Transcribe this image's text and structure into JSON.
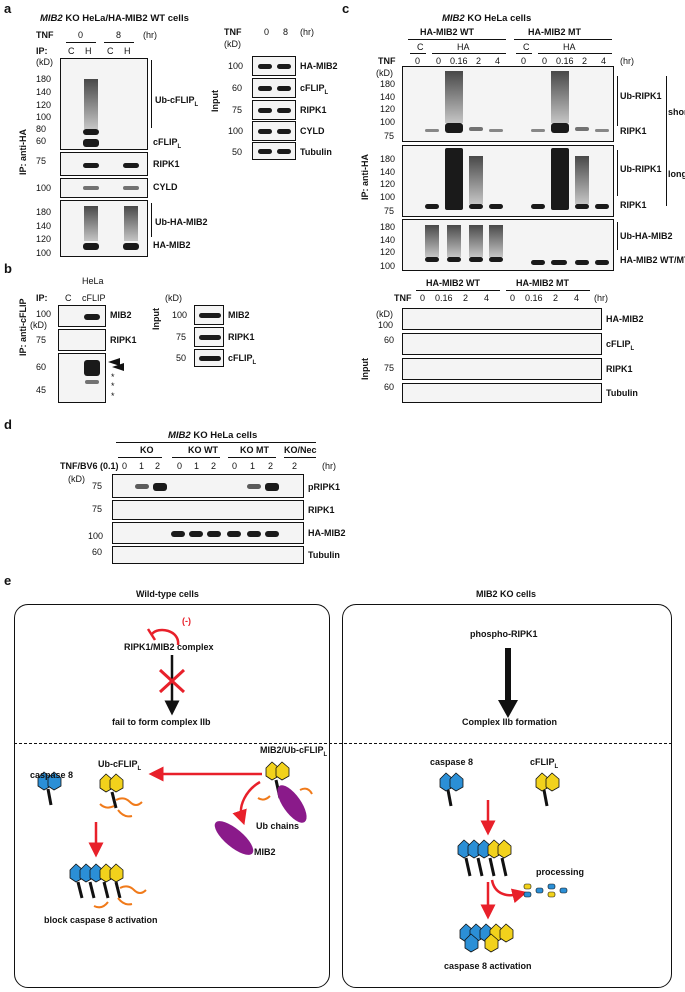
{
  "panel_a": {
    "letter": "a",
    "title_italic": "MIB2",
    "title_rest": " KO HeLa/HA-MIB2 WT cells",
    "tnf": "TNF",
    "t0": "0",
    "t8": "8",
    "hr": "(hr)",
    "ip": "IP:",
    "c": "C",
    "h": "H",
    "kd": "(kD)",
    "mw_top": [
      "180",
      "140",
      "120",
      "100",
      "80",
      "60"
    ],
    "mw_ripk1": "75",
    "mw_cyld": "100",
    "mw_bottom": [
      "180",
      "140",
      "120",
      "100"
    ],
    "ip_label": "IP: anti-HA",
    "lbl_ubcflip": "Ub-cFLIP",
    "lbl_cflip": "cFLIP",
    "sub_l": "L",
    "lbl_ripk1": "RIPK1",
    "lbl_cyld": "CYLD",
    "lbl_ubhamib2": "Ub-HA-MIB2",
    "lbl_hamib2": "HA-MIB2",
    "input": "Input",
    "in_mw": [
      "100",
      "60",
      "75",
      "100",
      "50"
    ],
    "in_labels": [
      "HA-MIB2",
      "cFLIP",
      "RIPK1",
      "CYLD",
      "Tubulin"
    ]
  },
  "panel_b": {
    "letter": "b",
    "heading": "HeLa",
    "ip": "IP:",
    "c": "C",
    "cflip": "cFLIP",
    "kd": "(kD)",
    "mw": [
      "100",
      "75",
      "60",
      "45"
    ],
    "ip_label": "IP: anti-cFLIP",
    "labels": [
      "MIB2",
      "RIPK1"
    ],
    "stars": [
      "*",
      "*",
      "*"
    ],
    "input": "Input",
    "in_mw": [
      "100",
      "75",
      "50"
    ],
    "in_labels": [
      "MIB2",
      "RIPK1",
      "cFLIP"
    ],
    "sub_l": "L"
  },
  "panel_c": {
    "letter": "c",
    "title_italic": "MIB2",
    "title_rest": " KO HeLa cells",
    "wt": "HA-MIB2 WT",
    "mt": "HA-MIB2 MT",
    "c": "C",
    "ha": "HA",
    "tnf": "TNF",
    "hr": "(hr)",
    "times": [
      "0",
      "0",
      "0.16",
      "2",
      "4",
      "0",
      "0",
      "0.16",
      "2",
      "4"
    ],
    "kd": "(kD)",
    "mw": [
      "180",
      "140",
      "120",
      "100",
      "75"
    ],
    "mw_bottom": [
      "180",
      "140",
      "120",
      "100"
    ],
    "ip_label": "IP: anti-HA",
    "lbl_ubripk1": "Ub-RIPK1",
    "lbl_ripk1": "RIPK1",
    "short": "short",
    "long": "long",
    "lbl_ubhamib2": "Ub-HA-MIB2",
    "lbl_wtmt": "HA-MIB2 WT/MT",
    "in_times": [
      "0",
      "0.16",
      "2",
      "4",
      "0",
      "0.16",
      "2",
      "4"
    ],
    "input": "Input",
    "in_mw": [
      "100",
      "60",
      "75",
      "60"
    ],
    "in_labels": [
      "HA-MIB2",
      "cFLIP",
      "RIPK1",
      "Tubulin"
    ],
    "sub_l": "L"
  },
  "panel_d": {
    "letter": "d",
    "title_italic": "MIB2",
    "title_rest": " KO HeLa cells",
    "groups": [
      "KO",
      "KO WT",
      "KO MT",
      "KO/Nec"
    ],
    "treat": "TNF/BV6 (0.1)",
    "times": [
      "0",
      "1",
      "2",
      "0",
      "1",
      "2",
      "0",
      "1",
      "2",
      "2"
    ],
    "hr": "(hr)",
    "kd": "(kD)",
    "mw": [
      "75",
      "75",
      "100",
      "60"
    ],
    "labels": [
      "pRIPK1",
      "RIPK1",
      "HA-MIB2",
      "Tubulin"
    ]
  },
  "panel_e": {
    "letter": "e",
    "left_title": "Wild-type cells",
    "right_title": "MIB2 KO cells",
    "minus": "(-)",
    "complex": "RIPK1/MIB2 complex",
    "fail": "fail to form complex IIb",
    "caspase8": "caspase 8",
    "ubcflip": "Ub-cFLIP",
    "sub_l": "L",
    "mib2ub": "MIB2/Ub-cFLIP",
    "ubchains": "Ub chains",
    "mib2": "MIB2",
    "block": "block caspase 8 activation",
    "phospho": "phospho-RIPK1",
    "iib": "Complex IIb formation",
    "cflip": "cFLIP",
    "processing": "processing",
    "activation": "caspase 8 activation"
  },
  "colors": {
    "arrow_red": "#e8202a",
    "caspase_blue": "#2b8fd6",
    "cflip_yellow": "#f2d21c",
    "mib2_purple": "#8a1a8a",
    "ub_orange": "#f07a1a"
  }
}
